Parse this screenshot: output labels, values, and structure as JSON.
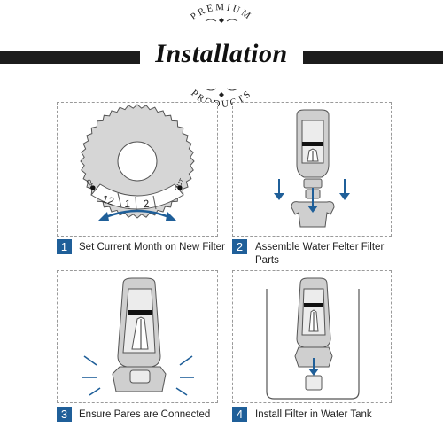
{
  "header": {
    "top_arc_text": "PREMIUM",
    "title": "Installation",
    "bottom_arc_text": "PRODUCTS"
  },
  "dial": {
    "label_on": "ON",
    "label_out": "OUT",
    "months": [
      "12",
      "1",
      "2"
    ]
  },
  "steps": [
    {
      "number": "1",
      "label": "Set Current Month on New Filter"
    },
    {
      "number": "2",
      "label": "Assemble Water Felter Filter Parts"
    },
    {
      "number": "3",
      "label": "Ensure Pares are Connected"
    },
    {
      "number": "4",
      "label": "Install Filter in Water Tank"
    }
  ],
  "colors": {
    "accent_blue": "#1f5f99",
    "dark_bar": "#1c1c1c",
    "panel_border": "#9a9a9a",
    "part_gray": "#cfcfcf"
  }
}
